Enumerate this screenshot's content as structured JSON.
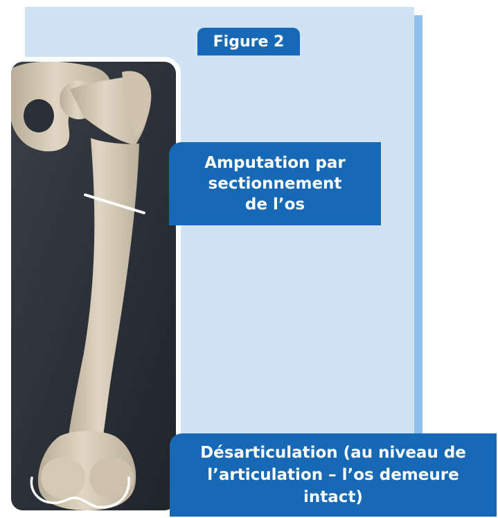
{
  "figure": {
    "tab_label": "Figure 2"
  },
  "labels": {
    "amputation": "Amputation par sectionnement de l’os",
    "disarticulation": "Désarticulation (au niveau de l’articulation – l’os demeure intact)"
  },
  "colors": {
    "panel_background": "#cfe3f4",
    "panel_shadow": "#8fc1ea",
    "label_background": "#1769b5",
    "label_text": "#ffffff",
    "photo_background": "#2c313a",
    "bone": "#d8cdb9"
  }
}
